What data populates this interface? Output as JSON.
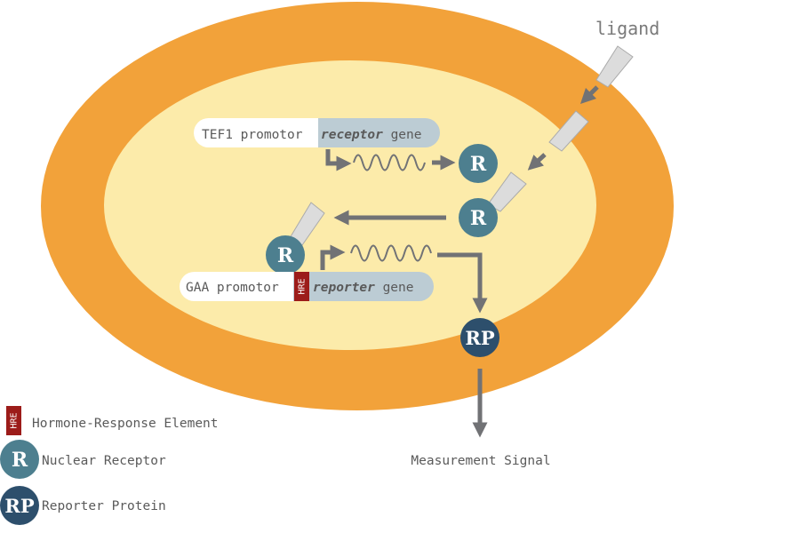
{
  "labels": {
    "ligand": "ligand",
    "tef1_promotor": "TEF1 promotor",
    "receptor_italic": "receptor",
    "receptor_gene_suffix": " gene",
    "gaa_promotor": "GAA promotor",
    "hre_box": "HRE",
    "reporter_italic": "reporter",
    "reporter_gene_suffix": " gene",
    "receptor_symbol": "R",
    "reporter_symbol": "RP",
    "measurement_signal": "Measurement Signal"
  },
  "legend": {
    "hre_label": "Hormone-Response Element",
    "receptor_label": "Nuclear Receptor",
    "reporter_label": "Reporter Protein"
  },
  "colors": {
    "cell_wall": "#f2a23a",
    "cytoplasm": "#fcebaa",
    "receptor": "#4d7f8f",
    "reporter": "#2d4f6c",
    "hre": "#9c1c1a",
    "gene": "#bcccd4",
    "arrow": "#717275",
    "ligand": "#dcdcdc"
  }
}
